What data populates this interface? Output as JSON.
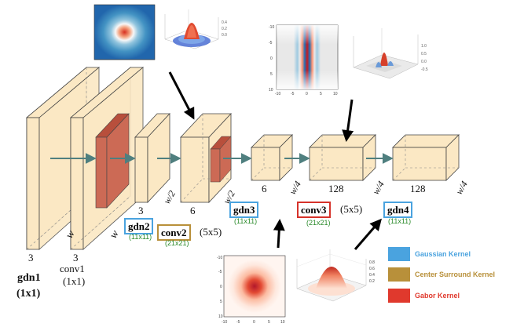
{
  "layers": {
    "gdn1": {
      "channels": "3",
      "name": "gdn1",
      "size": "(1x1)"
    },
    "conv1": {
      "channels": "3",
      "name": "conv1",
      "size": "(1x1)"
    },
    "block3": {
      "channels": "3",
      "dim": "w/2"
    },
    "block4": {
      "channels": "6",
      "dim": "w/2"
    },
    "block5": {
      "channels": "6",
      "dim": "w/4"
    },
    "block6": {
      "channels": "128",
      "dim": "w/4"
    },
    "block7": {
      "channels": "128",
      "dim": "w/4"
    },
    "w_label": "w"
  },
  "filters": {
    "gdn2": {
      "name": "gdn2",
      "size": "(11x11)"
    },
    "conv2": {
      "name": "conv2",
      "suffix": "(5x5)",
      "size": "(21x21)"
    },
    "gdn3": {
      "name": "gdn3",
      "size": "(11x11)"
    },
    "conv3": {
      "name": "conv3",
      "suffix": "(5x5)",
      "size": "(21x21)"
    },
    "gdn4": {
      "name": "gdn4",
      "size": "(11x11)"
    }
  },
  "legend": [
    {
      "label": "Gaussian Kernel",
      "color": "#4aa3df"
    },
    {
      "label": "Center Surround Kernel",
      "color": "#b8903a"
    },
    {
      "label": "Gabor Kernel",
      "color": "#e0392d"
    }
  ],
  "colors": {
    "block_fill": "#fbe8c4",
    "block_stroke": "#444444",
    "red_fill": "#cc6a55",
    "arrow": "#4f7f7f",
    "gaussian_box": "#4aa3df",
    "center_surround_box": "#b8903a",
    "gabor_box": "#d6322a",
    "green_text": "#2a8a2a"
  },
  "plots": {
    "top_left_image": "center-surround kernel heatmap",
    "top_left_surface": "center-surround kernel 3d surface",
    "top_right_image": "gabor kernel heatmap",
    "top_right_surface": "gabor kernel 3d surface",
    "bottom_image": "gaussian kernel heatmap",
    "bottom_surface": "gaussian kernel 3d surface"
  },
  "axis_ticks": {
    "bottom_x": [
      "-10",
      "-5",
      "0",
      "5",
      "10"
    ],
    "bottom_y": [
      "-10",
      "-5",
      "0",
      "5",
      "10"
    ],
    "surface_z": [
      "0.8",
      "0.6",
      "0.4",
      "0.2"
    ]
  }
}
